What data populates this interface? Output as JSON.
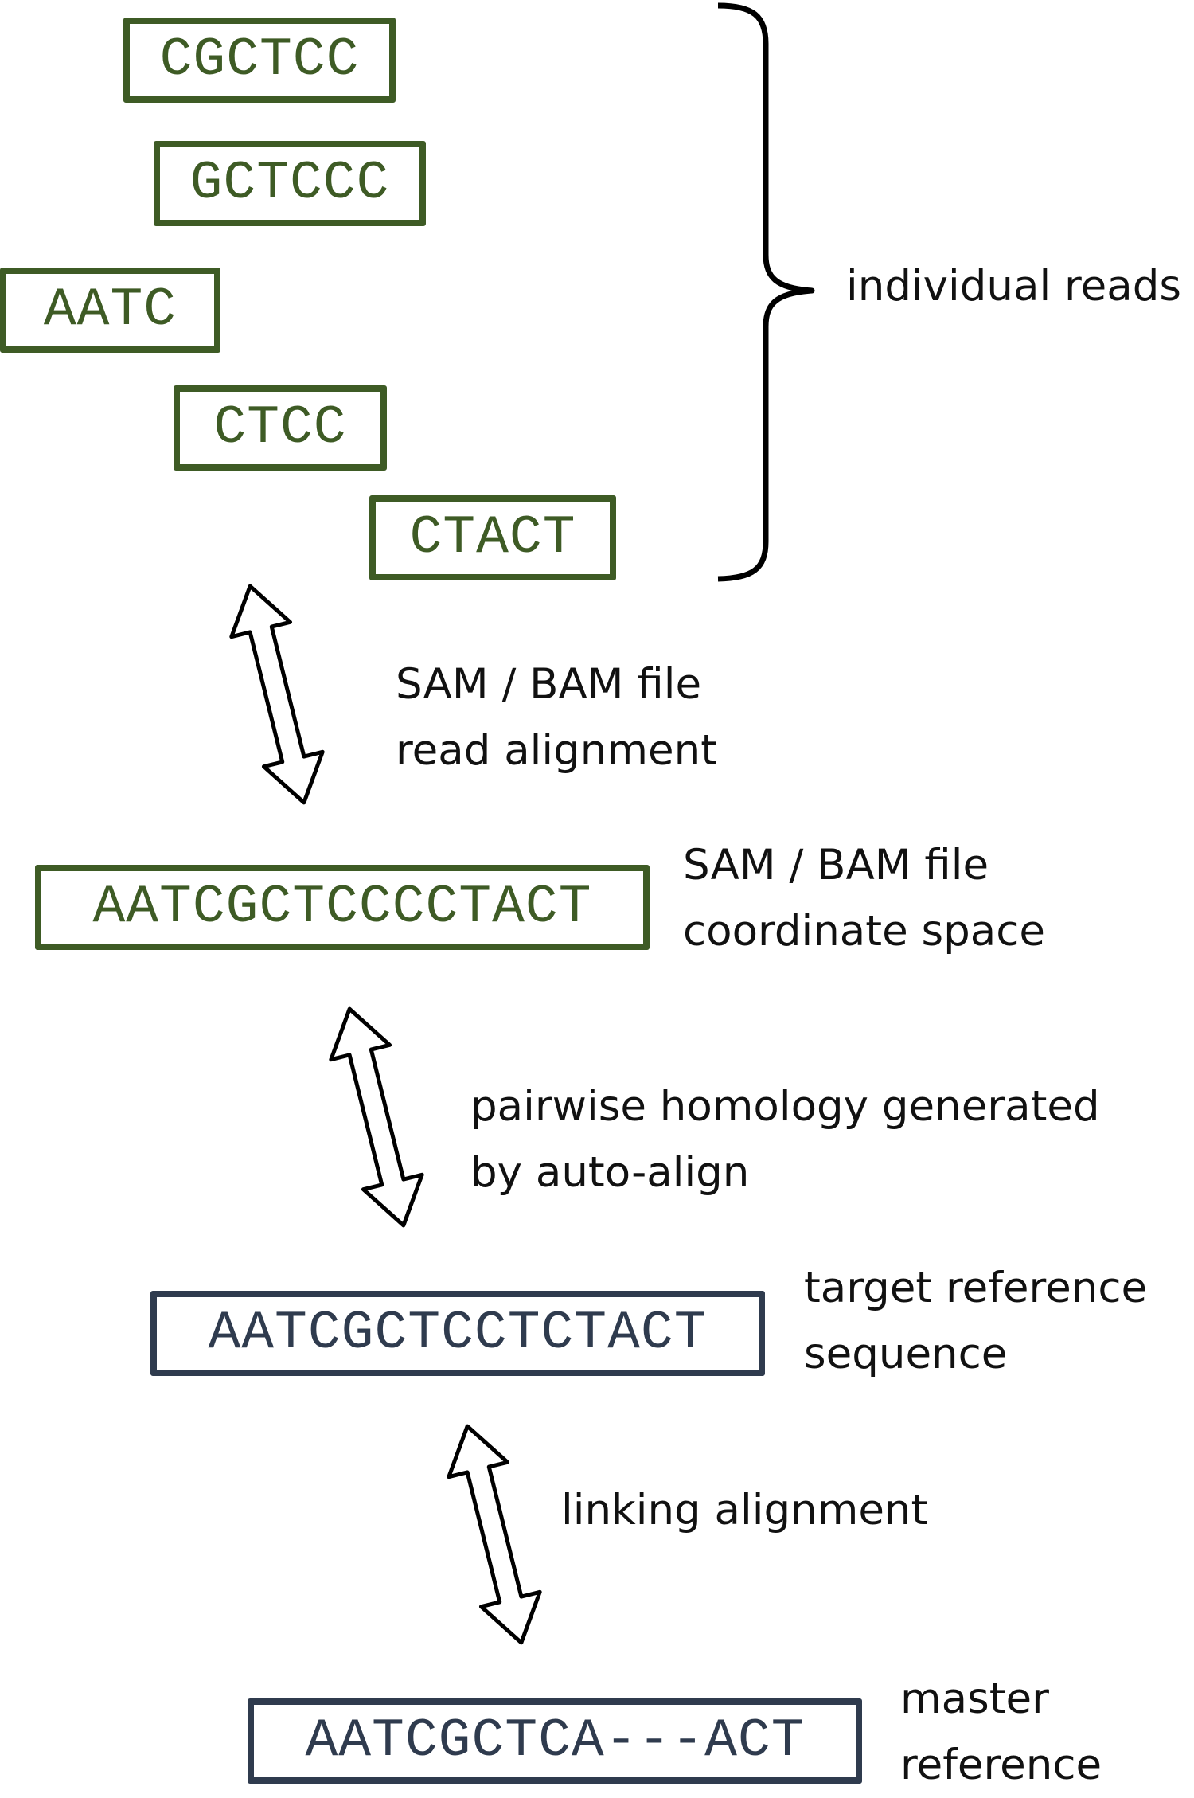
{
  "reads": [
    "CGCTCC",
    "GCTCCC",
    "AATC",
    "CTCC",
    "CTACT"
  ],
  "individual_reads_label": "individual reads",
  "read_alignment_label": [
    "SAM / BAM file",
    "read alignment"
  ],
  "coordinate_space": {
    "sequence": "AATCGCTCCCCTACT",
    "label": [
      "SAM / BAM  file",
      "coordinate space"
    ]
  },
  "pairwise_label": [
    "pairwise homology generated",
    "by auto-align"
  ],
  "target_reference": {
    "sequence": "AATCGCTCCTCTACT",
    "label": [
      "target reference",
      "sequence"
    ]
  },
  "linking_label": "linking alignment",
  "master_reference": {
    "sequence": "AATCGCTCA---ACT",
    "label": [
      "master",
      "reference"
    ]
  },
  "colors": {
    "read_box": "#3e5b25",
    "reference_box": "#2f3b4e",
    "text": "#111111"
  }
}
